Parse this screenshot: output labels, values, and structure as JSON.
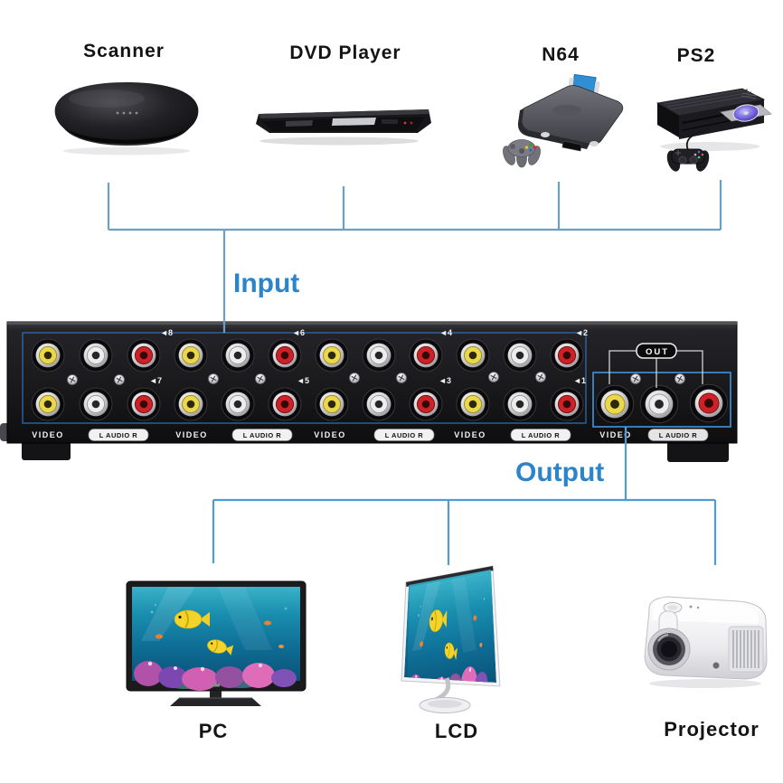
{
  "diagram": {
    "input_bus_label": "Input",
    "output_bus_label": "Output"
  },
  "input_devices": [
    {
      "label": "Scanner"
    },
    {
      "label": "DVD Player"
    },
    {
      "label": "N64"
    },
    {
      "label": "PS2"
    }
  ],
  "output_devices": [
    {
      "label": "PC"
    },
    {
      "label": "LCD"
    },
    {
      "label": "Projector"
    }
  ],
  "panel": {
    "out_label": "OUT",
    "video_label": "VIDEO",
    "audio_label": "L AUDIO R",
    "channels_top": [
      "◄8",
      "◄6",
      "◄4",
      "◄2"
    ],
    "channels_bottom": [
      "◄7",
      "◄5",
      "◄3",
      "◄1"
    ]
  },
  "colors": {
    "connector_line_input": "#6aa1c2",
    "connector_line_output": "#4f9bd2",
    "bus_label_text": "#2c85cb",
    "panel_frame_blue": "#2e6cb0",
    "panel_out_frame_blue": "#3e8ed4",
    "jack_yellow": "#e9d84c",
    "jack_white": "#ededed",
    "jack_red": "#cd2127"
  }
}
